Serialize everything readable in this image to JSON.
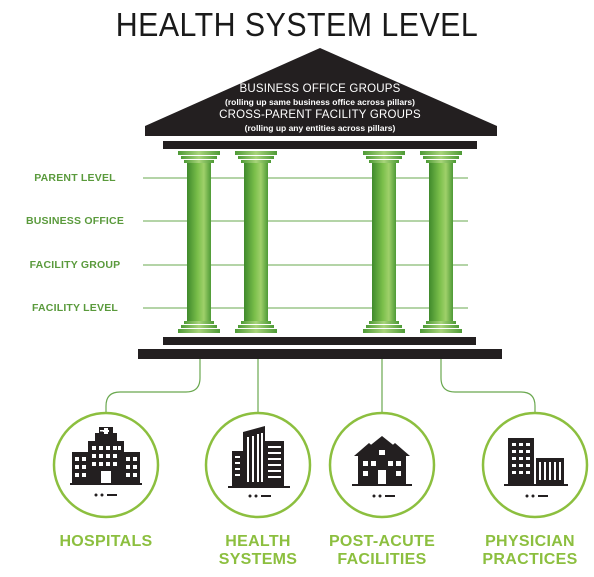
{
  "title": "HEALTH SYSTEM LEVEL",
  "roof": {
    "line1": "BUSINESS OFFICE GROUPS",
    "line1_sub": "(rolling up same business office across pillars)",
    "line2": "CROSS-PARENT FACILITY GROUPS",
    "line2_sub": "(rolling up any entities across pillars)"
  },
  "levels": [
    {
      "label": "PARENT LEVEL"
    },
    {
      "label": "BUSINESS OFFICE"
    },
    {
      "label": "FACILITY GROUP"
    },
    {
      "label": "FACILITY LEVEL"
    }
  ],
  "categories": [
    {
      "line1": "HOSPITALS",
      "line2": "",
      "icon": "hospital-icon"
    },
    {
      "line1": "HEALTH",
      "line2": "SYSTEMS",
      "icon": "health-system-icon"
    },
    {
      "line1": "POST-ACUTE",
      "line2": "FACILITIES",
      "icon": "post-acute-icon"
    },
    {
      "line1": "PHYSICIAN",
      "line2": "PRACTICES",
      "icon": "physician-practice-icon"
    }
  ],
  "colors": {
    "roof": "#231f20",
    "pillar_dark": "#4e9a36",
    "pillar_light": "#9fd06a",
    "label_green": "#5a9a3c",
    "category_green": "#8cbf3f",
    "connector": "#6aa84f"
  }
}
